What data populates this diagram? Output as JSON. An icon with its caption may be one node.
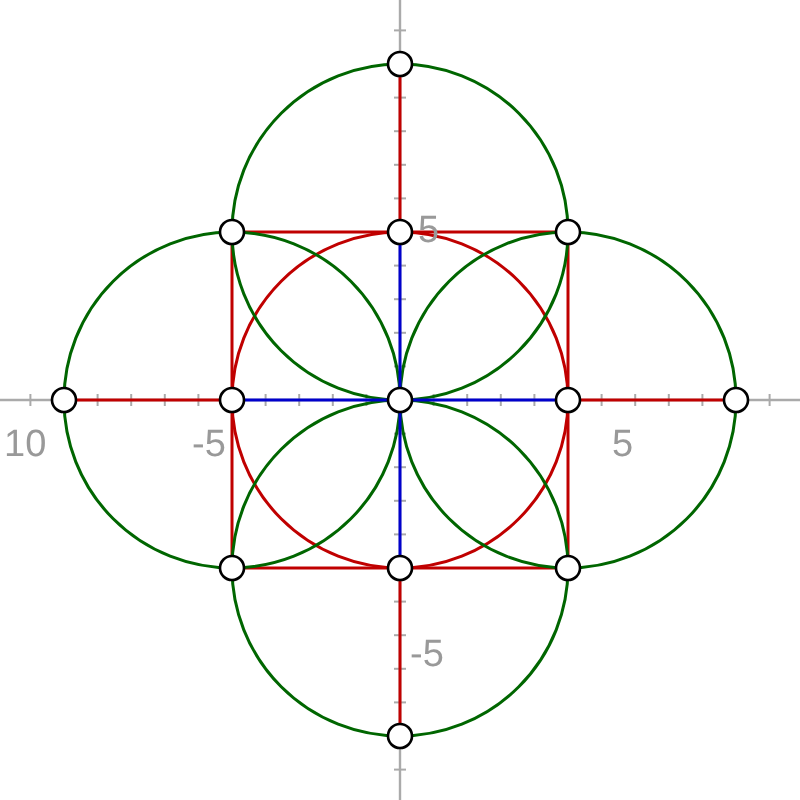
{
  "diagram": {
    "nodes": [
      {
        "text": [],
        "shape": "circle"
      },
      {
        "text": [],
        "shape": "circle"
      },
      {
        "text": [],
        "shape": "circle"
      },
      {
        "text": [],
        "shape": "circle"
      },
      {
        "text": [],
        "shape": "circle"
      },
      {
        "text": [],
        "shape": "circle"
      },
      {
        "text": [],
        "shape": "circle"
      },
      {
        "text": [],
        "shape": "circle"
      },
      {
        "text": [],
        "shape": "circle"
      },
      {
        "text": [],
        "shape": "circle"
      },
      {
        "text": [],
        "shape": "circle"
      },
      {
        "text": [],
        "shape": "circle"
      },
      {
        "text": [],
        "shape": "circle"
      }
    ],
    "edges": [
      {
        "from": 0,
        "to": 2,
        "arrow": "none"
      },
      {
        "from": 4,
        "to": 5,
        "arrow": "none"
      },
      {
        "from": 5,
        "to": 7,
        "arrow": "none",
        "color": "#0000cc"
      },
      {
        "from": 7,
        "to": 8,
        "arrow": "none"
      },
      {
        "from": 2,
        "to": 10,
        "arrow": "none",
        "color": "#0000cc"
      },
      {
        "from": 10,
        "to": 12,
        "arrow": "none"
      }
    ],
    "labels": [
      "5",
      "10",
      "-5",
      "5",
      "-5"
    ]
  }
}
